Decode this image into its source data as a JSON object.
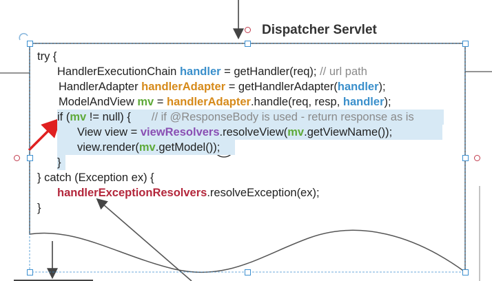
{
  "diagram": {
    "title": "Dispatcher Servlet"
  },
  "code": {
    "l1": {
      "text": "try {"
    },
    "l2": {
      "type": "HandlerExecutionChain ",
      "var": "handler",
      "rest": " = getHandler(req); ",
      "comment": "// url path"
    },
    "l3": {
      "type": "HandlerAdapter ",
      "var": "handlerAdapter",
      "mid": " = getHandlerAdapter(",
      "arg": "handler",
      "end": ");"
    },
    "l4": {
      "type": "ModelAndView ",
      "var": "mv",
      "mid": " = ",
      "obj": "handlerAdapter",
      "call": ".handle(req, resp, ",
      "arg": "handler",
      "end": ");"
    },
    "l5": {
      "pre": "if (",
      "var": "mv",
      "mid": " != null) {",
      "comment": "// if @ResponseBody is used - return response as is"
    },
    "l6": {
      "pre": "View view = ",
      "obj": "viewResolvers",
      "mid": ".resolveView(",
      "var": "mv",
      "end": ".getViewName());"
    },
    "l7": {
      "pre": "view.render(",
      "var": "mv",
      "mid": ".getModel(",
      "end": "));"
    },
    "l8": {
      "text": "}"
    },
    "l9": {
      "text": "} catch (Exception ex) {"
    },
    "l10": {
      "obj": "handlerExceptionResolvers",
      "rest": ".resolveException(ex);"
    },
    "l11": {
      "text": "}"
    }
  },
  "colors": {
    "highlight": "#d7e9f5",
    "selection": "#3b8fd0",
    "arrow": "#e02020",
    "connector": "#555555"
  }
}
